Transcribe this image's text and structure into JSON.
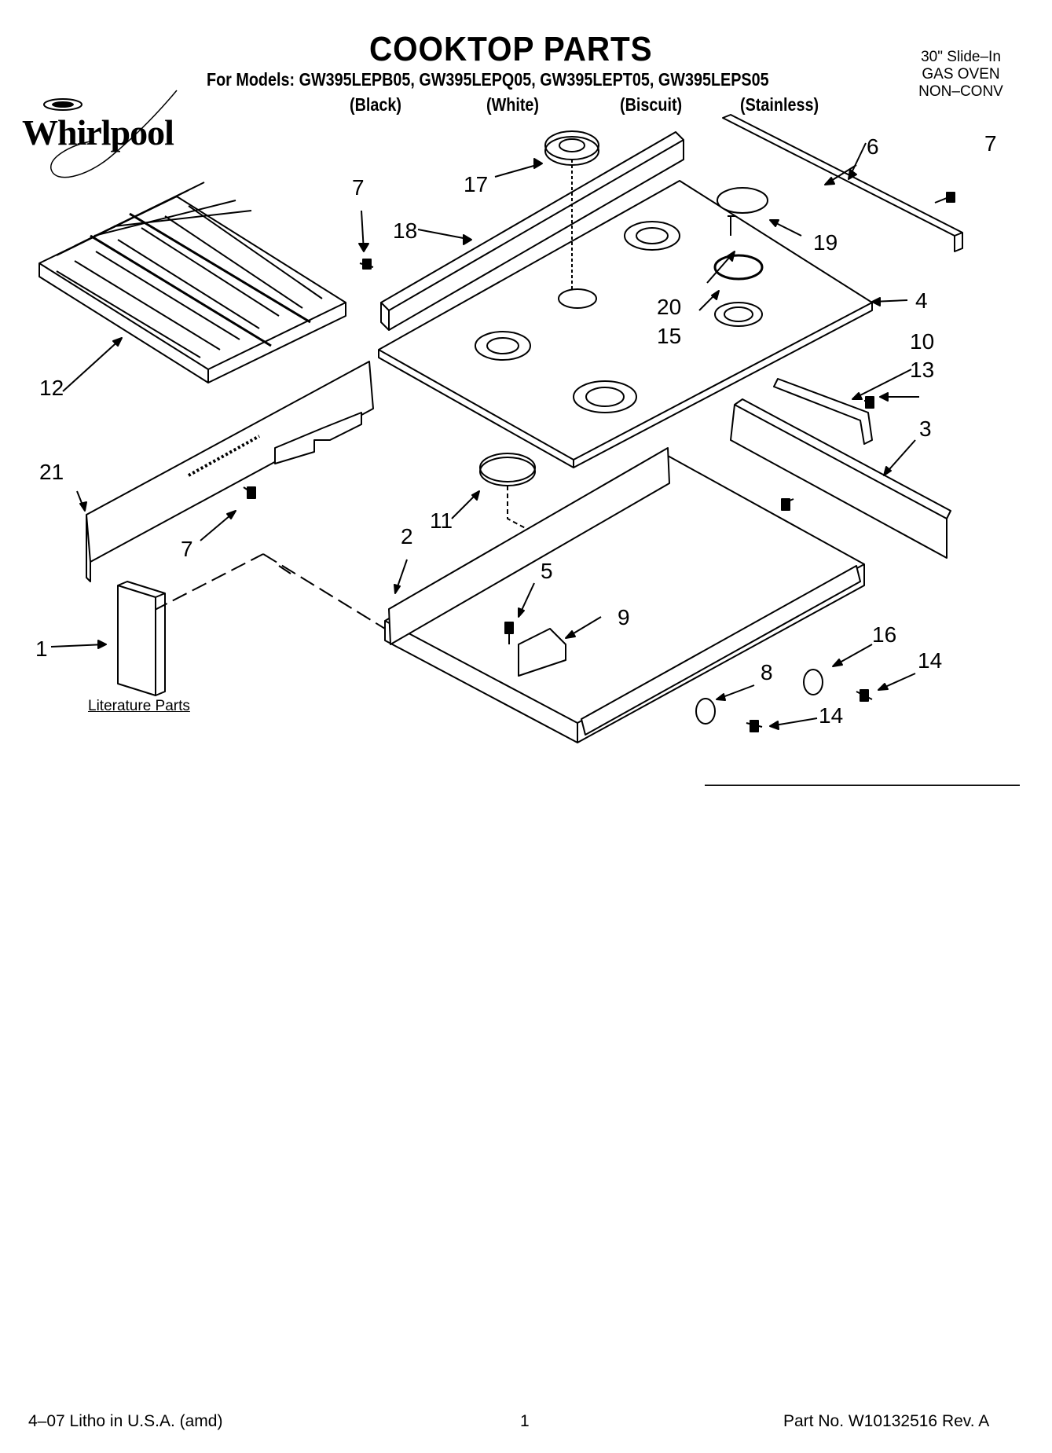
{
  "header": {
    "title": "COOKTOP PARTS",
    "models_line": "For Models: GW395LEPB05, GW395LEPQ05, GW395LEPT05, GW395LEPS05",
    "colors": [
      "(Black)",
      "(White)",
      "(Biscuit)",
      "(Stainless)"
    ],
    "product_info": [
      "30\" Slide–In",
      "GAS OVEN",
      "NON–CONV"
    ]
  },
  "brand": {
    "name": "Whirlpool"
  },
  "callouts": [
    "1",
    "2",
    "3",
    "4",
    "5",
    "6",
    "7",
    "7",
    "7",
    "8",
    "9",
    "10",
    "11",
    "12",
    "13",
    "14",
    "14",
    "15",
    "16",
    "17",
    "18",
    "19",
    "20",
    "21"
  ],
  "literature_label": "Literature Parts",
  "footer": {
    "left": "4–07 Litho in U.S.A. (amd)",
    "page": "1",
    "part_no": "Part No. W10132516 Rev. A"
  }
}
